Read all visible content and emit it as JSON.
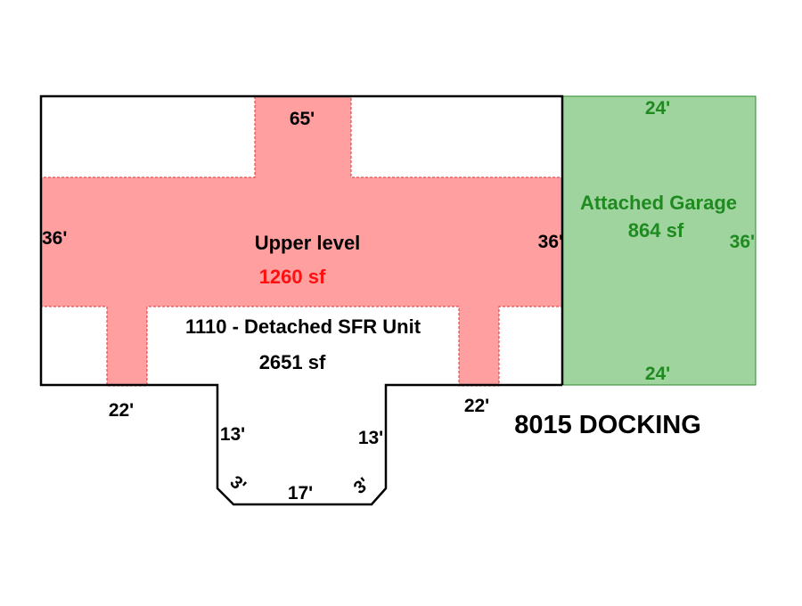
{
  "colors": {
    "outline": "#000000",
    "upper_fill": "#ff9f9f",
    "upper_stroke": "#e03030",
    "garage_fill": "#9fd49f",
    "garage_stroke": "#2e8b2e",
    "garage_text": "#1f8a1f",
    "upper_sf_text": "#ff1010",
    "label_text": "#000000"
  },
  "upper_level": {
    "label": "Upper level",
    "area": "1260 sf",
    "dim_top": "65'",
    "dim_left": "36'",
    "dim_right": "36'"
  },
  "main_unit": {
    "label": "1110 - Detached SFR Unit",
    "area": "2651 sf",
    "dim_bottom_left": "22'",
    "dim_bottom_right": "22'",
    "dim_bay_left": "13'",
    "dim_bay_right": "13'",
    "dim_bay_bottom": "17'",
    "dim_chamfer_left": "3'",
    "dim_chamfer_right": "3'"
  },
  "garage": {
    "label": "Attached Garage",
    "area": "864 sf",
    "dim_top": "24'",
    "dim_bottom": "24'",
    "dim_right": "36'"
  },
  "address": "8015 DOCKING"
}
